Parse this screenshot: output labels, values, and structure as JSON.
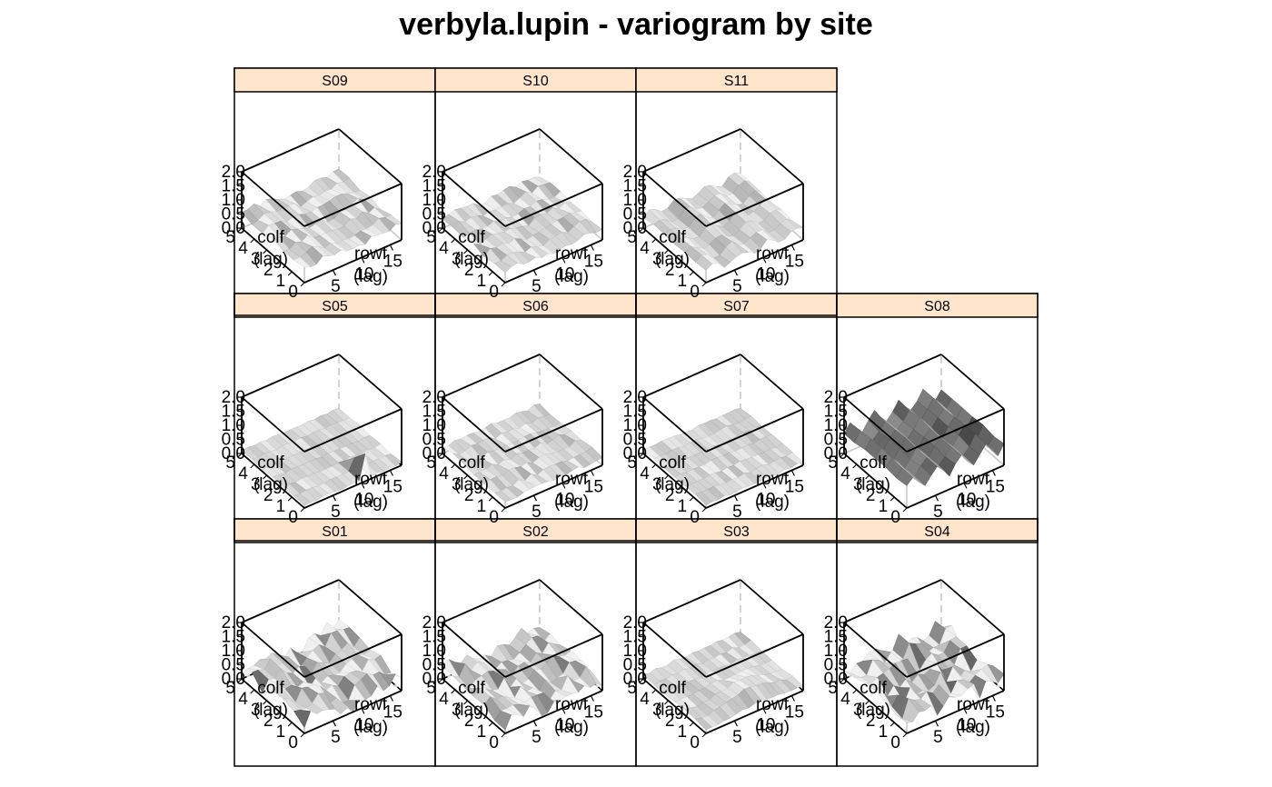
{
  "title": "verbyla.lupin - variogram by site",
  "colors": {
    "strip": "#ffe5cc",
    "box": "#000000",
    "hidden_edge": "#c8c8c8",
    "surface_light": "#e6e6e6",
    "surface_dark": "#555555"
  },
  "chart_data": {
    "type": "surface",
    "layout": "lattice 4 columns x 3 rows, panels filled bottom-up",
    "axes": {
      "x": {
        "label": "colf\n(lag)",
        "ticks": [
          "0",
          "1",
          "2",
          "3",
          "4",
          "5"
        ],
        "range": [
          0,
          5
        ]
      },
      "y": {
        "label": "rowf\n(lag)",
        "ticks": [
          "5",
          "10",
          "15"
        ],
        "range": [
          0,
          17
        ]
      },
      "z": {
        "label": "",
        "ticks": [
          "0.0",
          "0.5",
          "1.0",
          "1.5",
          "2.0"
        ],
        "range": [
          0,
          2
        ]
      }
    },
    "panels": [
      {
        "site": "S01",
        "level": 0.35,
        "amplitude": 0.45,
        "pattern": "mixed",
        "floor_dashed": true
      },
      {
        "site": "S02",
        "level": 0.3,
        "amplitude": 0.4,
        "pattern": "mixed",
        "floor_dashed": true
      },
      {
        "site": "S03",
        "level": 0.15,
        "amplitude": 0.35,
        "pattern": "hump",
        "floor_dashed": true
      },
      {
        "site": "S04",
        "level": 0.35,
        "amplitude": 0.55,
        "pattern": "rough",
        "floor_dashed": true
      },
      {
        "site": "S05",
        "level": 0.1,
        "amplitude": 0.2,
        "pattern": "spike",
        "floor_dashed": true
      },
      {
        "site": "S06",
        "level": 0.25,
        "amplitude": 0.15,
        "pattern": "flat",
        "floor_dashed": false
      },
      {
        "site": "S07",
        "level": 0.12,
        "amplitude": 0.08,
        "pattern": "flat",
        "floor_dashed": false
      },
      {
        "site": "S08",
        "level": 0.75,
        "amplitude": 0.55,
        "pattern": "ridges",
        "floor_dashed": false
      },
      {
        "site": "S09",
        "level": 0.5,
        "amplitude": 0.2,
        "pattern": "mixed",
        "floor_dashed": false
      },
      {
        "site": "S10",
        "level": 0.35,
        "amplitude": 0.18,
        "pattern": "mixed",
        "floor_dashed": false
      },
      {
        "site": "S11",
        "level": 0.4,
        "amplitude": 0.35,
        "pattern": "ridges-soft",
        "floor_dashed": false
      }
    ]
  }
}
